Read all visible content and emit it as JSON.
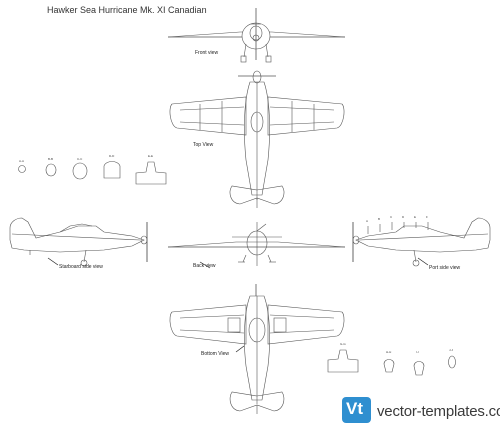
{
  "title": "Hawker Sea Hurricane Mk. XI Canadian",
  "views": {
    "front": "Front view",
    "top": "Top View",
    "starboard": "Starboard side view",
    "back": "Back view",
    "port": "Port side view",
    "bottom": "Bottom View"
  },
  "section_labels_left": [
    "A-A",
    "B-B",
    "C-C",
    "D-D",
    "E-E"
  ],
  "section_labels_bottom": [
    "G-G",
    "H-H",
    "I-I",
    "J-J"
  ],
  "section_markers_port": [
    "A",
    "B",
    "C",
    "D",
    "E",
    "F"
  ],
  "brand": {
    "logo_letter": "Vt",
    "site": "vector-templates.com",
    "color": "#2f8fd0"
  }
}
